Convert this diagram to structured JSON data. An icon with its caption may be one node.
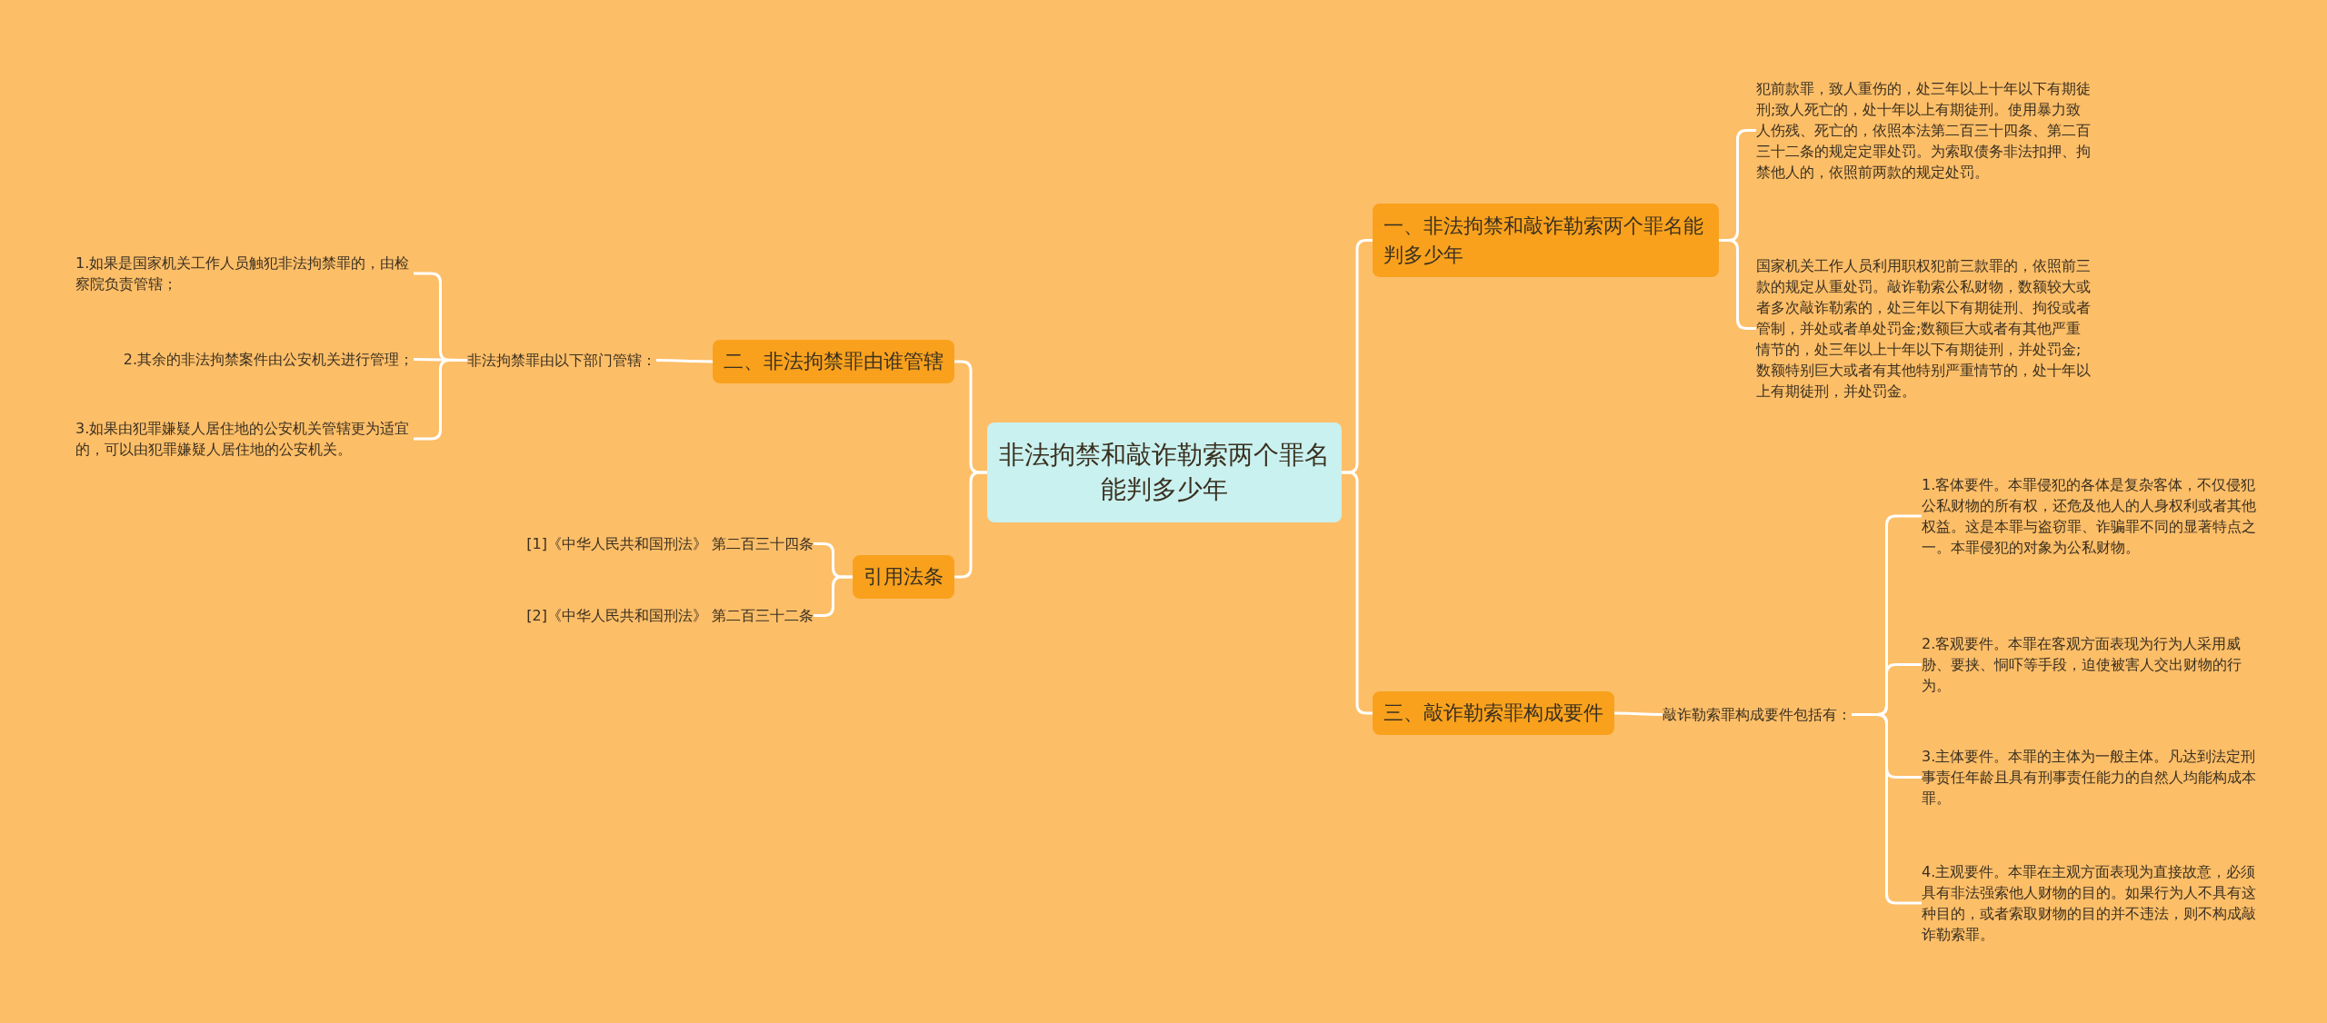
{
  "diagram": {
    "nodes": [
      {
        "text": [
          "非法拘禁和敲诈勒索两个罪名能判多少年"
        ]
      },
      {
        "text": [
          "一、非法拘禁和敲诈勒索两个罪名能判多少年"
        ]
      },
      {
        "text": [
          "犯前款罪，致人重伤的，处三年以上十年以下有期徒刑;致人死亡的，处十年以上有期徒刑。使用暴力致人伤残、死亡的，依照本法第二百三十四条、第二百三十二条的规定定罪处罚。为索取债务非法扣押、拘禁他人的，依照前两款的规定处罚。"
        ]
      },
      {
        "text": [
          "国家机关工作人员利用职权犯前三款罪的，依照前三款的规定从重处罚。敲诈勒索公私财物，数额较大或者多次敲诈勒索的，处三年以下有期徒刑、拘役或者管制，并处或者单处罚金;数额巨大或者有其他严重情节的，处三年以上十年以下有期徒刑，并处罚金;数额特别巨大或者有其他特别严重情节的，处十年以上有期徒刑，并处罚金。"
        ]
      },
      {
        "text": [
          "二、非法拘禁罪由谁管辖"
        ]
      },
      {
        "text": [
          "非法拘禁罪由以下部门管辖："
        ]
      },
      {
        "text": [
          "1.如果是国家机关工作人员触犯非法拘禁罪的，由检察院负责管辖；"
        ]
      },
      {
        "text": [
          "2.其余的非法拘禁案件由公安机关进行管理；"
        ]
      },
      {
        "text": [
          "3.如果由犯罪嫌疑人居住地的公安机关管辖更为适宜的，可以由犯罪嫌疑人居住地的公安机关。"
        ]
      },
      {
        "text": [
          "引用法条"
        ]
      },
      {
        "text": [
          "[1]《中华人民共和国刑法》 第二百三十四条"
        ]
      },
      {
        "text": [
          "[2]《中华人民共和国刑法》 第二百三十二条"
        ]
      },
      {
        "text": [
          "三、敲诈勒索罪构成要件"
        ]
      },
      {
        "text": [
          "敲诈勒索罪构成要件包括有："
        ]
      },
      {
        "text": [
          "1.客体要件。本罪侵犯的各体是复杂客体，不仅侵犯公私财物的所有权，还危及他人的人身权利或者其他权益。这是本罪与盗窃罪、诈骗罪不同的显著特点之一。本罪侵犯的对象为公私财物。"
        ]
      },
      {
        "text": [
          "2.客观要件。本罪在客观方面表现为行为人采用威胁、要挟、恫吓等手段，迫使被害人交出财物的行为。"
        ]
      },
      {
        "text": [
          "3.主体要件。本罪的主体为一般主体。凡达到法定刑事责任年龄且具有刑事责任能力的自然人均能构成本罪。"
        ]
      },
      {
        "text": [
          "4.主观要件。本罪在主观方面表现为直接故意，必须具有非法强索他人财物的目的。如果行为人不具有这种目的，或者索取财物的目的并不违法，则不构成敲诈勒索罪。"
        ]
      }
    ],
    "edges": [
      {
        "from": 0,
        "to": 1,
        "arrow": "none"
      },
      {
        "from": 1,
        "to": 2,
        "arrow": "none"
      },
      {
        "from": 1,
        "to": 3,
        "arrow": "none"
      },
      {
        "from": 0,
        "to": 4,
        "arrow": "none"
      },
      {
        "from": 4,
        "to": 5,
        "arrow": "none"
      },
      {
        "from": 5,
        "to": 6,
        "arrow": "none"
      },
      {
        "from": 5,
        "to": 7,
        "arrow": "none"
      },
      {
        "from": 5,
        "to": 8,
        "arrow": "none"
      },
      {
        "from": 0,
        "to": 9,
        "arrow": "none"
      },
      {
        "from": 9,
        "to": 10,
        "arrow": "none"
      },
      {
        "from": 9,
        "to": 11,
        "arrow": "none"
      },
      {
        "from": 0,
        "to": 12,
        "arrow": "none"
      },
      {
        "from": 12,
        "to": 13,
        "arrow": "none"
      },
      {
        "from": 13,
        "to": 14,
        "arrow": "none"
      },
      {
        "from": 13,
        "to": 15,
        "arrow": "none"
      },
      {
        "from": 13,
        "to": 16,
        "arrow": "none"
      },
      {
        "from": 13,
        "to": 17,
        "arrow": "none"
      }
    ]
  }
}
